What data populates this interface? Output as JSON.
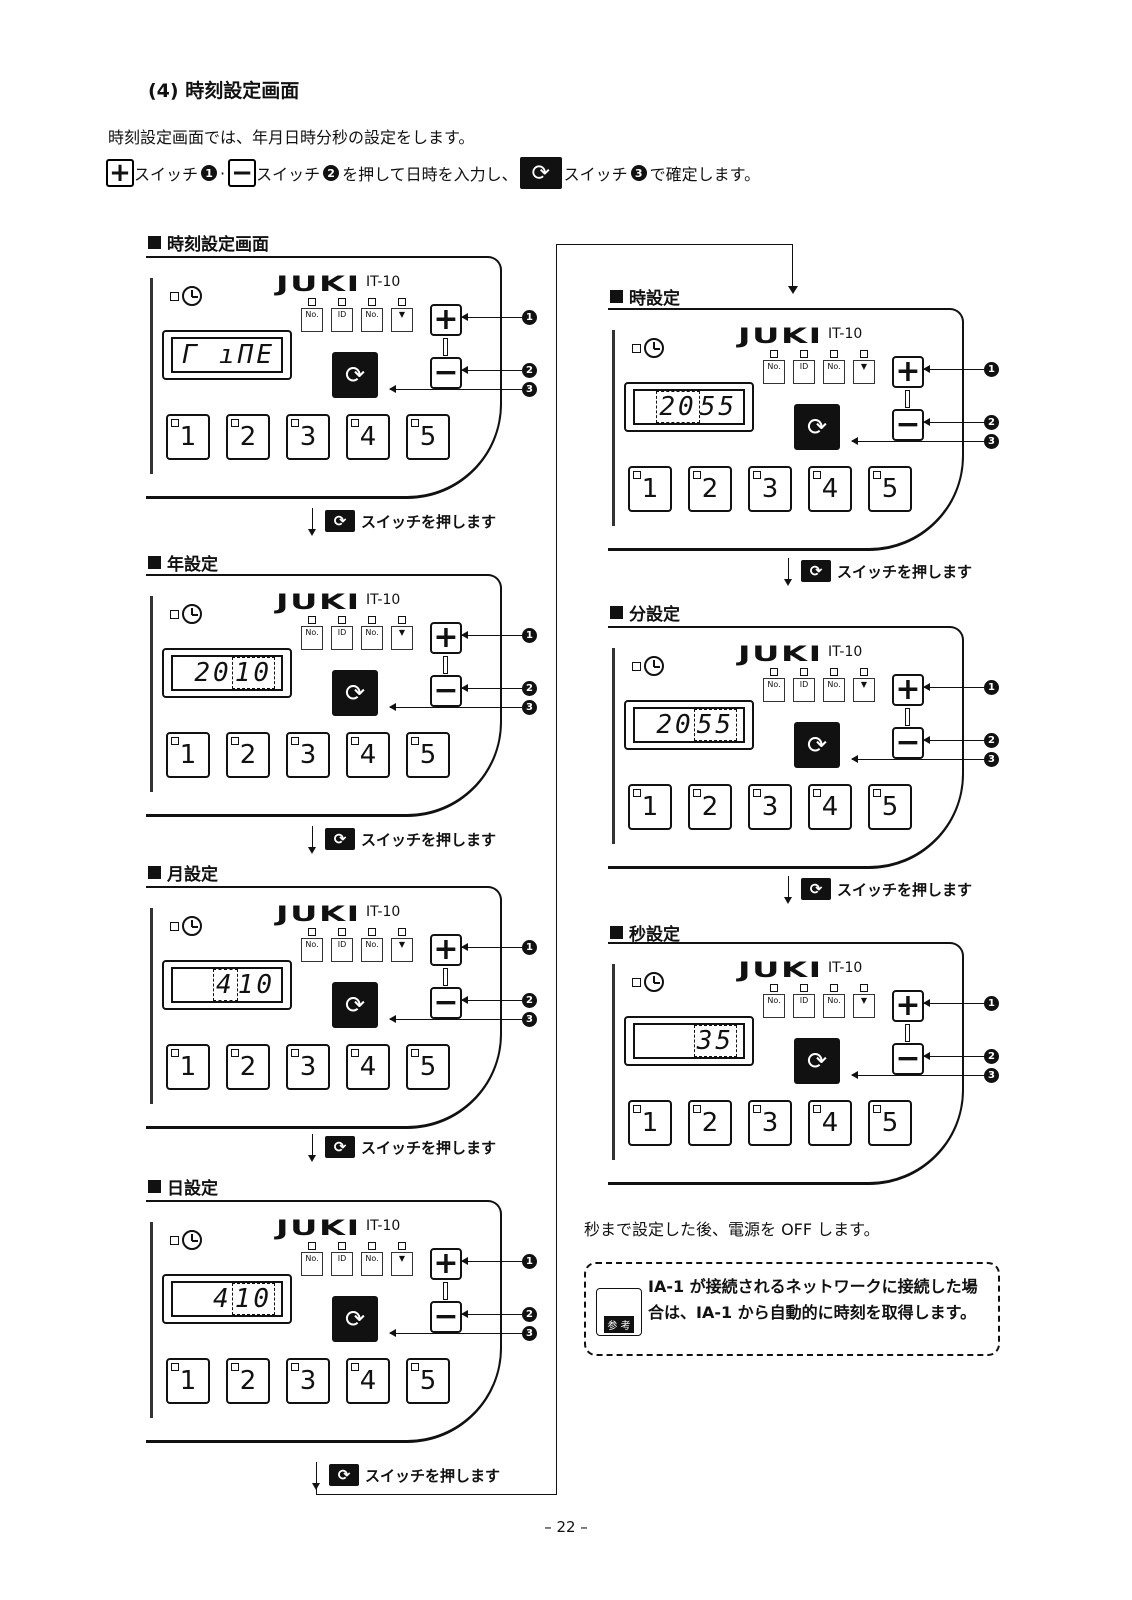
{
  "section_title": "(4) 時刻設定画面",
  "intro_line1": "時刻設定画面では、年月日時分秒の設定をします。",
  "intro_line2": {
    "plus_symbol": "+",
    "part1": "スイッチ",
    "num1": "1",
    "sep": "·",
    "minus_symbol": "−",
    "part2": "スイッチ",
    "num2": "2",
    "part3": "を押して日時を入力し、",
    "rotate_symbol": "⟳",
    "part4": "スイッチ",
    "num3": "3",
    "part5": "で確定します。"
  },
  "panel_common": {
    "logo": "JUKI",
    "model": "IT-10",
    "plus": "+",
    "minus": "−",
    "rotate": "⟳",
    "icon_labels": [
      "No.",
      "ID",
      "No.",
      "▼"
    ],
    "keys": [
      "1",
      "2",
      "3",
      "4",
      "5"
    ],
    "callouts": [
      "1",
      "2",
      "3"
    ]
  },
  "panels": [
    {
      "heading": "時刻設定画面",
      "display_plain": "Г ıПE",
      "display_sel": ""
    },
    {
      "heading": "年設定",
      "display_plain": "20",
      "display_sel": "10"
    },
    {
      "heading": "月設定",
      "display_plain": "",
      "display_sel": "4",
      "display_tail": "10"
    },
    {
      "heading": "日設定",
      "display_plain": "4",
      "display_sel": "10"
    },
    {
      "heading": "時設定",
      "display_plain": "",
      "display_sel": "20",
      "display_tail": "55"
    },
    {
      "heading": "分設定",
      "display_plain": "20",
      "display_sel": "55"
    },
    {
      "heading": "秒設定",
      "display_plain": "",
      "display_sel": "35"
    }
  ],
  "step_label": "スイッチを押します",
  "step_symbol": "⟳",
  "final_note": "秒まで設定した後、電源を OFF します。",
  "reference": {
    "icon_label": "参 考",
    "text": "IA-1 が接続されるネットワークに接続した場合は、IA-1 から自動的に時刻を取得します。"
  },
  "page_number": "– 22 –"
}
